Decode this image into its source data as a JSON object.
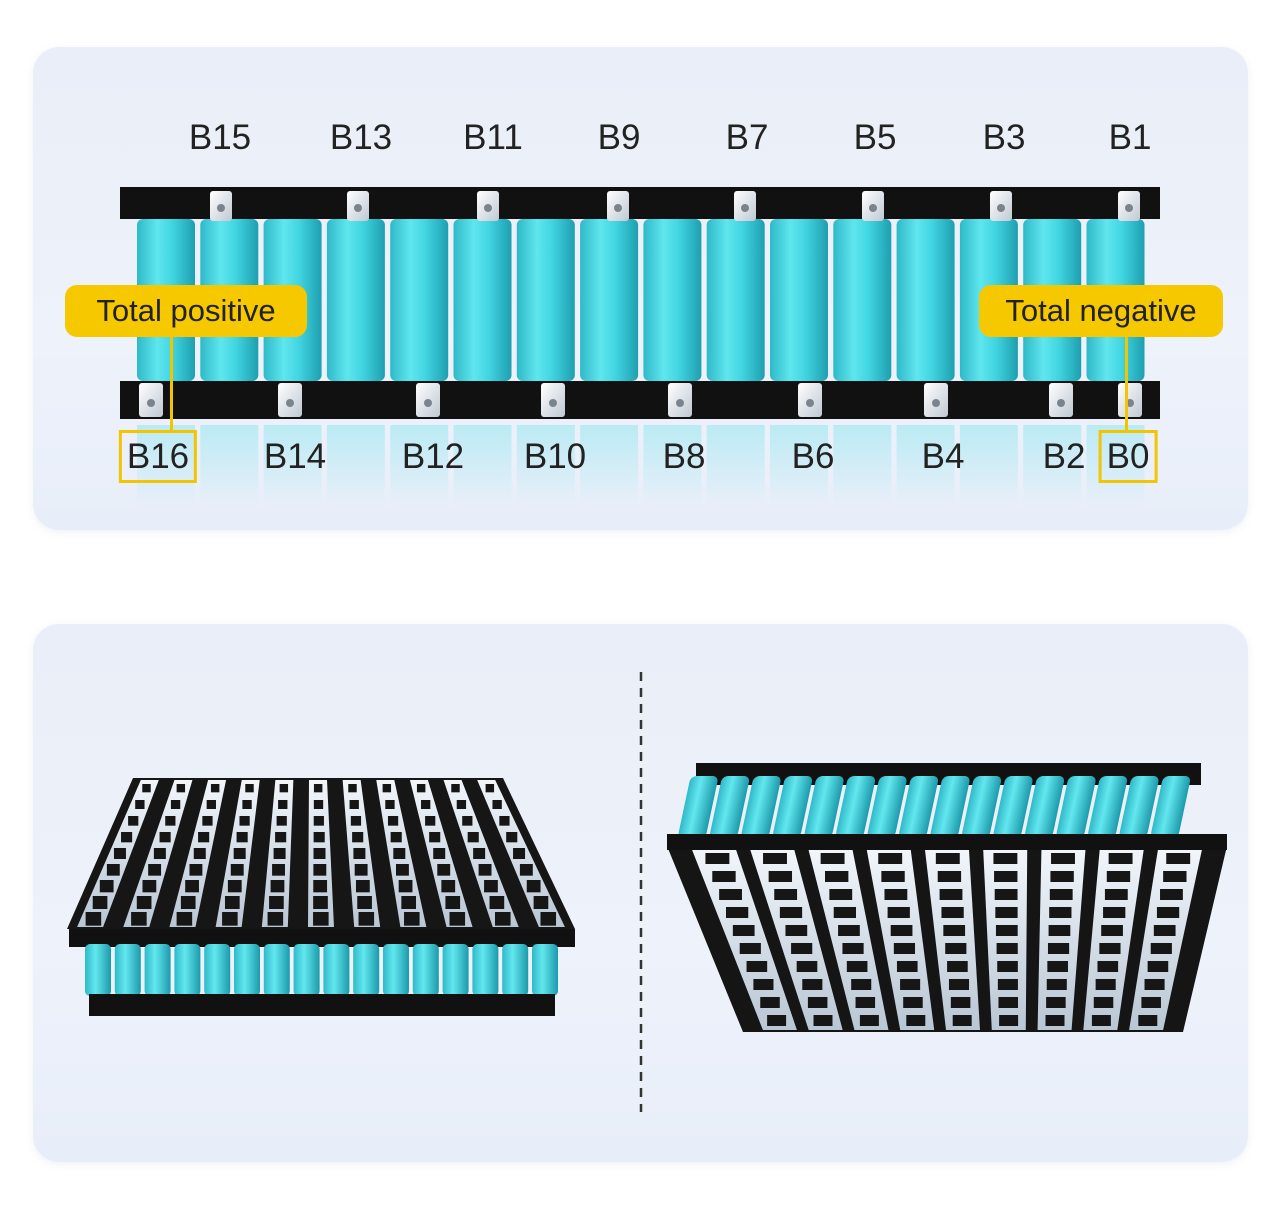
{
  "top_labels": [
    "B15",
    "B13",
    "B11",
    "B9",
    "B7",
    "B5",
    "B3",
    "B1"
  ],
  "bottom_labels": [
    "B16",
    "B14",
    "B12",
    "B10",
    "B8",
    "B6",
    "B4",
    "B2",
    "B0"
  ],
  "callouts": {
    "positive": "Total positive",
    "negative": "Total negative"
  },
  "colors": {
    "cell": "#3fd4e0",
    "holder": "#141414",
    "highlight": "#f6c800",
    "nickel_strip": "#d8e2ee"
  },
  "icons": [
    "battery-cell-icon",
    "nickel-strip-icon",
    "dashed-divider-icon"
  ]
}
